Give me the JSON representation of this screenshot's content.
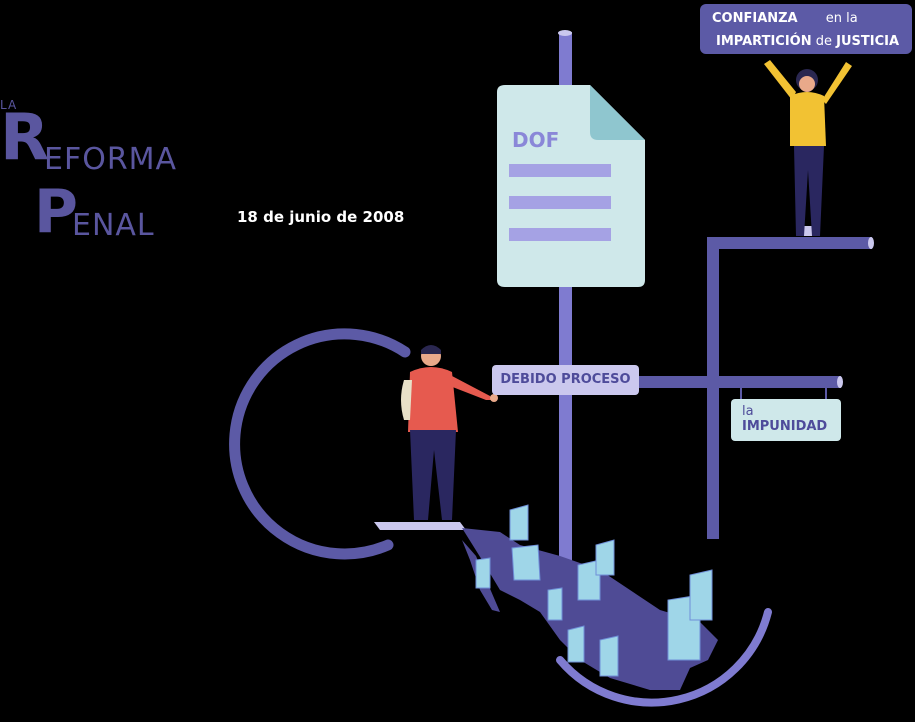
{
  "title": {
    "la": "LA",
    "r": "R",
    "eforma": "EFORMA",
    "p": "P",
    "enal": "ENAL"
  },
  "date": "18 de junio de 2008",
  "document": {
    "label": "DOF"
  },
  "signs": {
    "top": {
      "part1": "CONFIANZA",
      "part2": "en la",
      "part3": "IMPARTICIÓN",
      "part4": "de",
      "part5": "JUSTICIA"
    },
    "proceso": "DEBIDO PROCESO",
    "impunidad": {
      "line1": "la",
      "line2": "IMPUNIDAD"
    }
  },
  "colors": {
    "background": "#000000",
    "primary": "#5a569f",
    "pipe": "#5c5aa6",
    "light_purple": "#cbc8ee",
    "doc": "#cfe8ea",
    "map": "#4f4b95",
    "hands": "#9fd6e8",
    "woman_shirt": "#f2c233",
    "man_shirt": "#e65a4f"
  }
}
